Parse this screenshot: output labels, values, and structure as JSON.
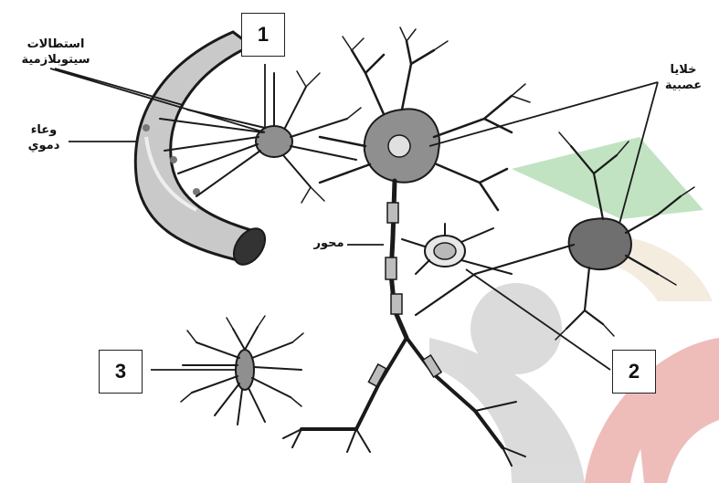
{
  "labels": {
    "cytoplasmic_processes": [
      "استطالات",
      "سيتوبلازمية"
    ],
    "blood_vessel": [
      "وعاء",
      "دموي"
    ],
    "nerve_cells": [
      "خلايا",
      "عصبية"
    ],
    "axon": "محور"
  },
  "markers": {
    "one": "1",
    "two": "2",
    "three": "3"
  },
  "colors": {
    "ink": "#1a1a1a",
    "cell_fill": "#8f8f8f",
    "vessel_fill": "#c9c9c9",
    "logo_green": "#4caf50",
    "logo_red": "#d0463c",
    "logo_gray": "#9a9a9a",
    "logo_tan": "#e3c9a8"
  }
}
